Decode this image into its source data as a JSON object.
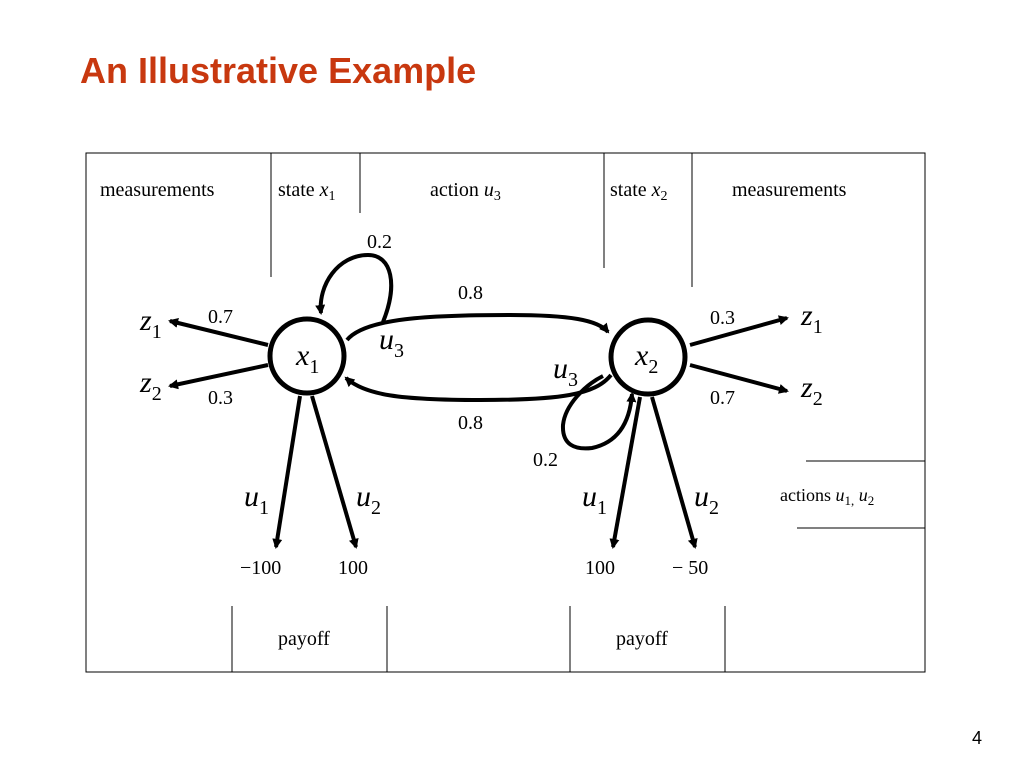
{
  "slide": {
    "title": "An Illustrative Example",
    "page_number": "4"
  },
  "colors": {
    "title": "#c8380f",
    "ink": "#000000"
  },
  "header": {
    "measurements_left": "measurements",
    "state_x1_word": "state ",
    "state_x1_var": "x",
    "state_x1_sub": "1",
    "action_word": "action ",
    "action_var": "u",
    "action_sub": "3",
    "state_x2_word": "state ",
    "state_x2_var": "x",
    "state_x2_sub": "2",
    "measurements_right": "measurements"
  },
  "nodes": {
    "x1": {
      "var": "x",
      "sub": "1"
    },
    "x2": {
      "var": "x",
      "sub": "2"
    }
  },
  "transitions": {
    "self_x1_prob": "0.2",
    "x1_to_x2_prob": "0.8",
    "x2_to_x1_prob": "0.8",
    "self_x2_prob": "0.2",
    "u3_var": "u",
    "u3_sub": "3"
  },
  "measurement_edges": {
    "x1_z1_prob": "0.7",
    "x1_z2_prob": "0.3",
    "x2_z1_prob": "0.3",
    "x2_z2_prob": "0.7",
    "z_var": "z",
    "z1_sub": "1",
    "z2_sub": "2"
  },
  "action_edges": {
    "u_var": "u",
    "u1_sub": "1",
    "u2_sub": "2"
  },
  "payoffs": {
    "x1_u1": "−100",
    "x1_u2": "100",
    "x2_u1": "100",
    "x2_u2": "− 50"
  },
  "footer": {
    "payoff_left": "payoff",
    "payoff_right": "payoff",
    "actions_word": "actions ",
    "actions_u1_var": "u",
    "actions_u1_sub": "1,",
    "actions_u2_var": "u",
    "actions_u2_sub": "2"
  }
}
